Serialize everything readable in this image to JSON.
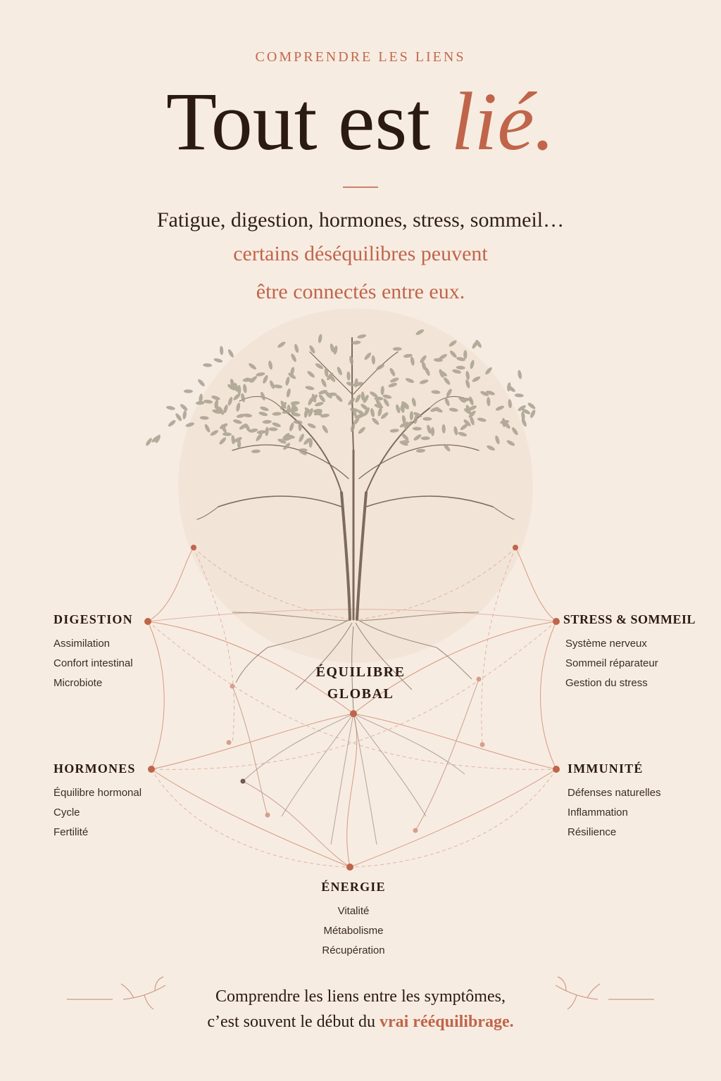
{
  "header": {
    "eyebrow": "COMPRENDRE LES LIENS",
    "title_main": "Tout est ",
    "title_accent": "lié.",
    "subtitle_line1": "Fatigue, digestion, hormones, stress, sommeil…",
    "subtitle_line2": "certains déséquilibres peuvent",
    "subtitle_line3": "être connectés entre eux."
  },
  "center": {
    "line1": "ÉQUILIBRE",
    "line2": "GLOBAL"
  },
  "nodes": {
    "digestion": {
      "title": "DIGESTION",
      "items": [
        "Assimilation",
        "Confort intestinal",
        "Microbiote"
      ]
    },
    "stress": {
      "title": "STRESS & SOMMEIL",
      "items": [
        "Système nerveux",
        "Sommeil réparateur",
        "Gestion du stress"
      ]
    },
    "hormones": {
      "title": "HORMONES",
      "items": [
        "Équilibre hormonal",
        "Cycle",
        "Fertilité"
      ]
    },
    "immunite": {
      "title": "IMMUNITÉ",
      "items": [
        "Défenses naturelles",
        "Inflammation",
        "Résilience"
      ]
    },
    "energie": {
      "title": "ÉNERGIE",
      "items": [
        "Vitalité",
        "Métabolisme",
        "Récupération"
      ]
    }
  },
  "footer": {
    "line1": "Comprendre les liens entre les symptômes,",
    "line2_main": "c’est souvent le début du ",
    "line2_accent": "vrai rééquilibrage."
  },
  "colors": {
    "background": "#f7ece2",
    "accent": "#c0654a",
    "text": "#2a1a12"
  }
}
